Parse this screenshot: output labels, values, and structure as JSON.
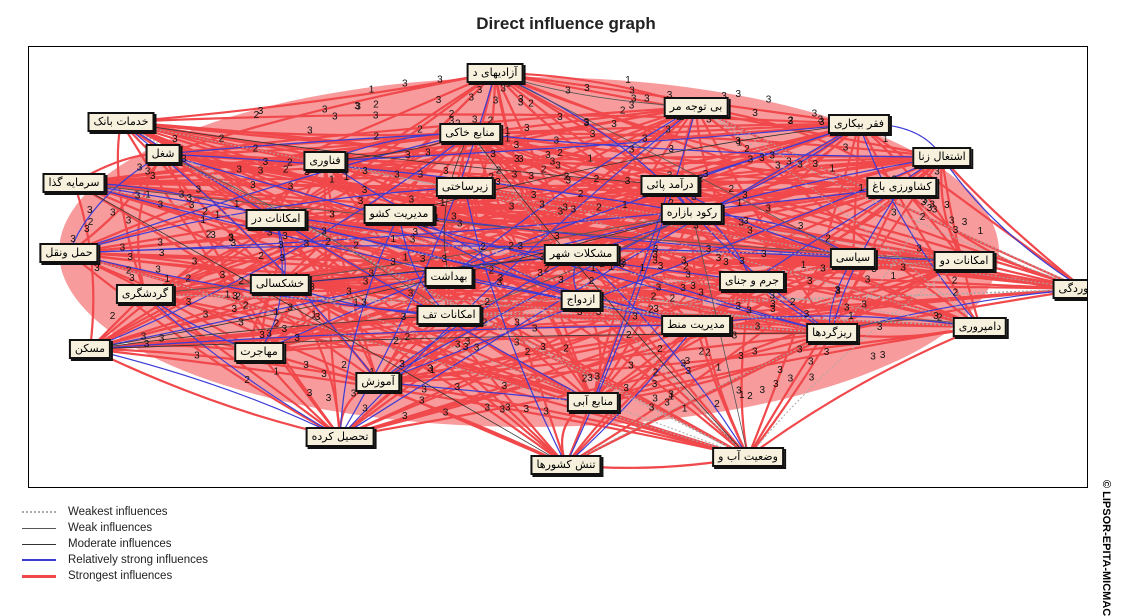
{
  "title": "Direct influence graph",
  "watermark": "© LIPSOR-EPITA-MICMAC",
  "colors": {
    "weakest": "#aaaaaa",
    "weak": "#555555",
    "moderate": "#333333",
    "relatively_strong": "#3b3bd6",
    "strongest": "#f0484b"
  },
  "legend": [
    {
      "key": "weakest",
      "label": "Weakest influences"
    },
    {
      "key": "weak",
      "label": "Weak influences"
    },
    {
      "key": "moderate",
      "label": "Moderate influences"
    },
    {
      "key": "relatively_strong",
      "label": "Relatively strong influences"
    },
    {
      "key": "strongest",
      "label": "Strongest influences"
    }
  ],
  "nodes": [
    {
      "id": "n1",
      "label": "آزادیهای د"
    },
    {
      "id": "n2",
      "label": "بی توجه مر"
    },
    {
      "id": "n3",
      "label": "فقر بیکاری"
    },
    {
      "id": "n4",
      "label": "اشتغال زنا"
    },
    {
      "id": "n5",
      "label": "خدمات بانک"
    },
    {
      "id": "n6",
      "label": "منابع خاکی"
    },
    {
      "id": "n7",
      "label": "شغل"
    },
    {
      "id": "n8",
      "label": "فناوری"
    },
    {
      "id": "n9",
      "label": "درآمد پائی"
    },
    {
      "id": "n10",
      "label": "کشاورزی باغ"
    },
    {
      "id": "n11",
      "label": "سرمایه گذا"
    },
    {
      "id": "n12",
      "label": "زیرساختی"
    },
    {
      "id": "n13",
      "label": "امکانات در"
    },
    {
      "id": "n14",
      "label": "مدیریت کشو"
    },
    {
      "id": "n15",
      "label": "رکود بازاره"
    },
    {
      "id": "n16",
      "label": "سیاسی"
    },
    {
      "id": "n17",
      "label": "حمل ونقل"
    },
    {
      "id": "n18",
      "label": "مشکلات شهر"
    },
    {
      "id": "n19",
      "label": "امکانات دو"
    },
    {
      "id": "n20",
      "label": "بهداشت"
    },
    {
      "id": "n21",
      "label": "خشکسالی"
    },
    {
      "id": "n22",
      "label": "گردشگری"
    },
    {
      "id": "n23",
      "label": "جرم و جنای"
    },
    {
      "id": "n24",
      "label": "خالخوردگی"
    },
    {
      "id": "n25",
      "label": "ازدواج"
    },
    {
      "id": "n26",
      "label": "امکانات تف"
    },
    {
      "id": "n27",
      "label": "دامپروری"
    },
    {
      "id": "n28",
      "label": "مدیریت منط"
    },
    {
      "id": "n29",
      "label": "ریزگردها"
    },
    {
      "id": "n30",
      "label": "مسکن"
    },
    {
      "id": "n31",
      "label": "مهاجرت"
    },
    {
      "id": "n32",
      "label": "آموزش"
    },
    {
      "id": "n33",
      "label": "منابع آبی"
    },
    {
      "id": "n34",
      "label": "تحصیل کرده"
    },
    {
      "id": "n35",
      "label": "وضعیت آب و"
    },
    {
      "id": "n36",
      "label": "تنش کشورها"
    }
  ]
}
